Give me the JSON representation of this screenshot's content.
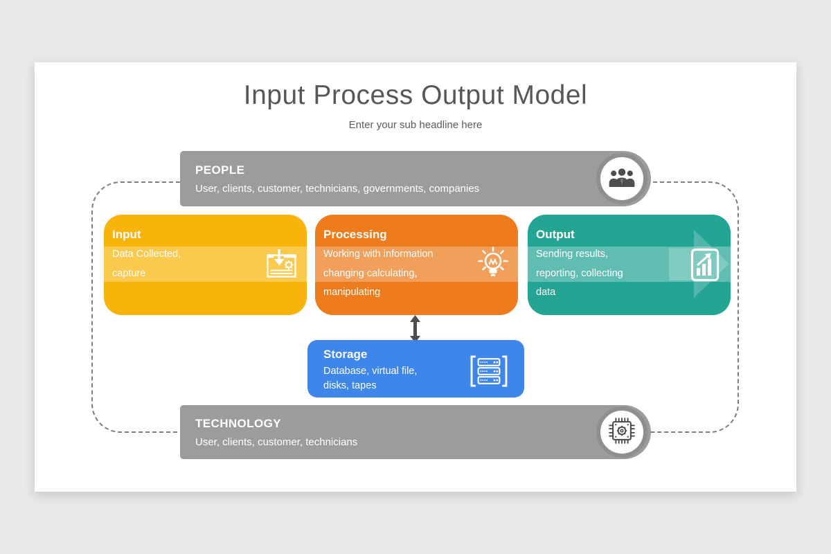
{
  "page": {
    "background_color": "#e9e7e8",
    "slide_color": "#ffffff"
  },
  "header": {
    "title": "Input Process Output Model",
    "subtitle": "Enter your sub headline here"
  },
  "bars": {
    "people": {
      "label": "PEOPLE",
      "description": "User, clients, customer, technicians, governments, companies",
      "icon": "people-icon",
      "color": "#9c9c9c"
    },
    "technology": {
      "label": "TECHNOLOGY",
      "description": "User, clients, customer, technicians",
      "icon": "chip-icon",
      "color": "#9c9c9c"
    }
  },
  "boxes": [
    {
      "id": "input",
      "title": "Input",
      "lines": [
        "Data Collected,",
        "capture",
        ""
      ],
      "color": "#f9b40b",
      "icon": "download-page-icon"
    },
    {
      "id": "processing",
      "title": "Processing",
      "lines": [
        "Working with information",
        "changing calculating,",
        "manipulating"
      ],
      "color": "#ee7b1c",
      "icon": "lightbulb-icon"
    },
    {
      "id": "output",
      "title": "Output",
      "lines": [
        "Sending results,",
        "reporting, collecting",
        "data"
      ],
      "color": "#24a493",
      "icon": "bar-chart-icon"
    }
  ],
  "storage": {
    "title": "Storage",
    "lines": [
      "Database, virtual file,",
      "disks, tapes"
    ],
    "color": "#3f86ea",
    "icon": "server-icon"
  },
  "connector": {
    "type": "double-headed-vertical-arrow",
    "color": "#4d4d4d"
  },
  "frame": {
    "style": "dashed-rounded-rectangle",
    "color": "#7d7d7d"
  }
}
